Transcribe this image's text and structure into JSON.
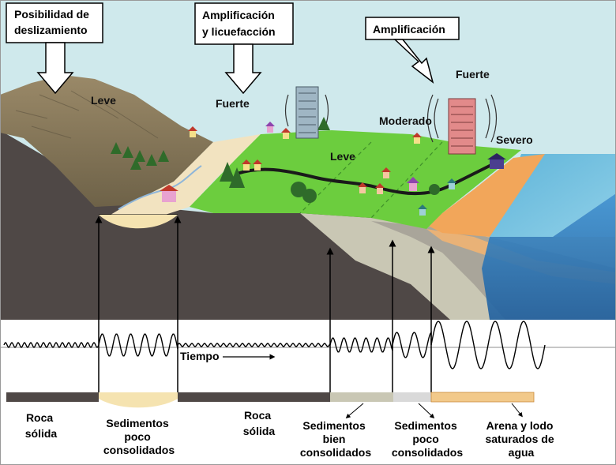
{
  "callouts": {
    "landslide": [
      "Posibilidad de",
      "deslizamiento"
    ],
    "amp_liq": [
      "Amplificación",
      "y licuefacción"
    ],
    "amp": "Amplificación"
  },
  "scene_labels": {
    "leve_hill": "Leve",
    "fuerte_left": "Fuerte",
    "leve_plain": "Leve",
    "moderado": "Moderado",
    "fuerte_right": "Fuerte",
    "severo": "Severo"
  },
  "tiempo": "Tiempo",
  "bottom_labels": {
    "roca1": [
      "Roca",
      "sólida"
    ],
    "sed_poco1": [
      "Sedimentos",
      "poco",
      "consolidados"
    ],
    "roca2": [
      "Roca",
      "sólida"
    ],
    "sed_bien": [
      "Sedimentos",
      "bien",
      "consolidados"
    ],
    "sed_poco2": [
      "Sedimentos",
      "poco",
      "consolidados"
    ],
    "arena": [
      "Arena y lodo",
      "saturados de",
      "agua"
    ]
  },
  "colors": {
    "sky": "#cfe9ec",
    "grass": "#6ccd3e",
    "hill": "#8c7a5c",
    "bedrock": "#4f4846",
    "sand": "#f2e3c0",
    "sea": "#2f7fc1",
    "beach": "#f2a65a"
  }
}
